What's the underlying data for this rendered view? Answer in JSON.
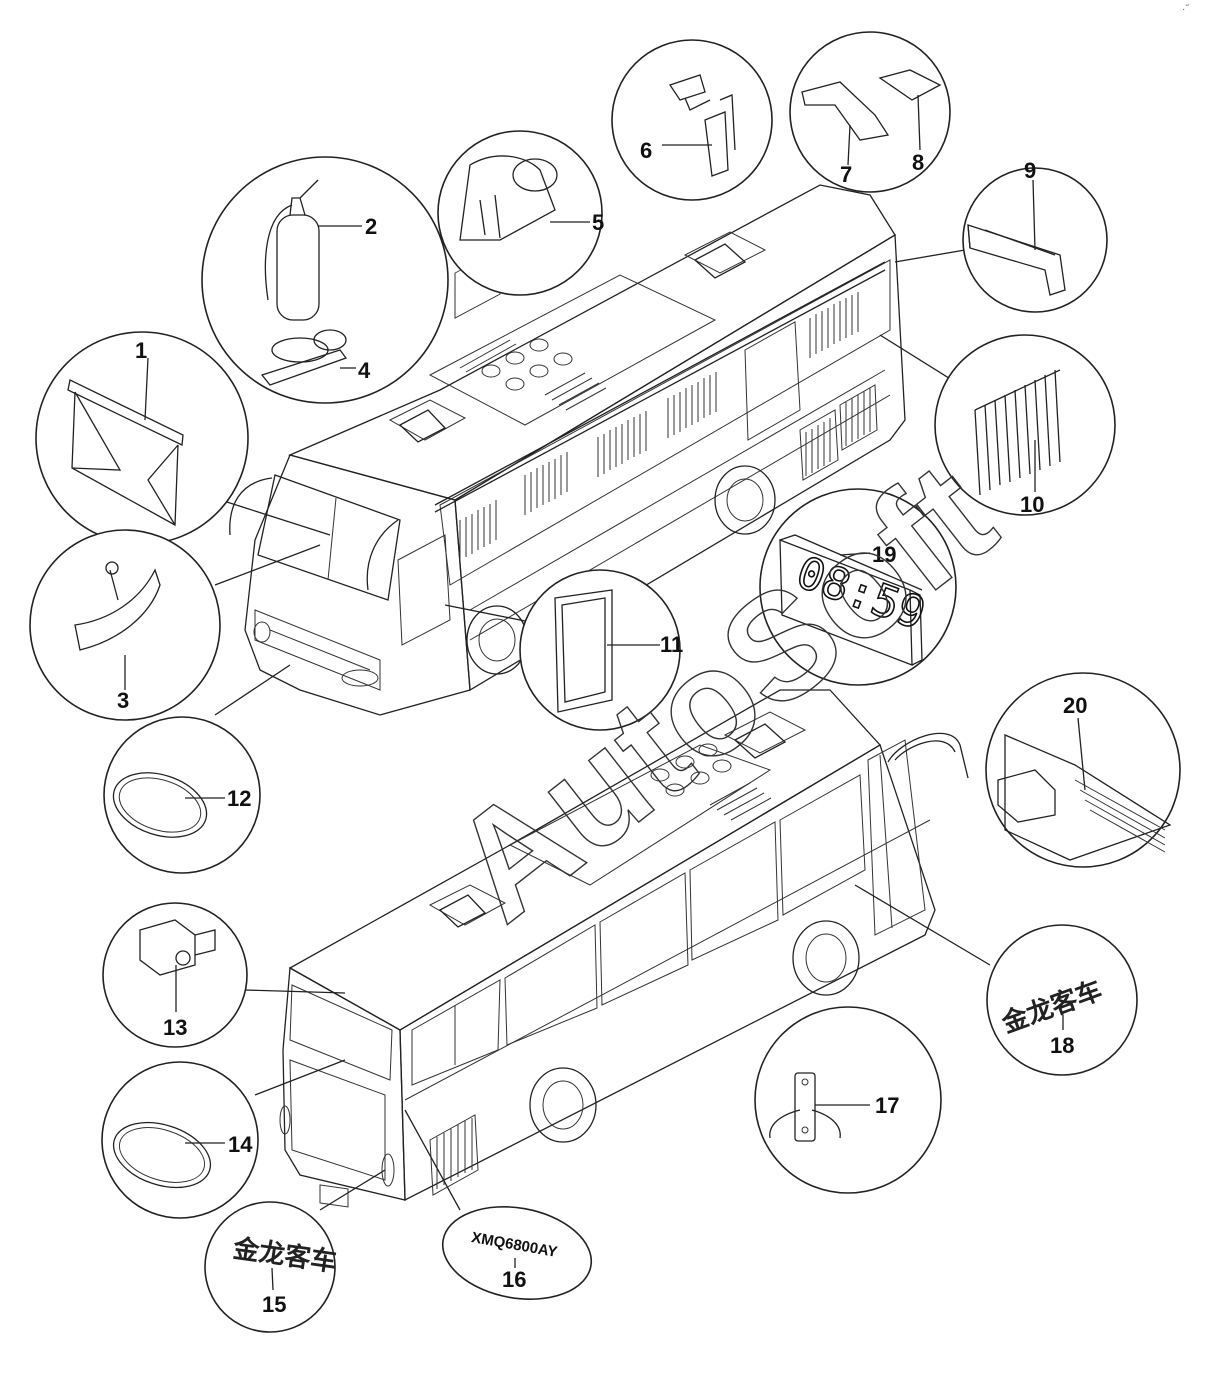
{
  "diagram": {
    "corner_mark": "·˝",
    "watermark": "AutoSoft",
    "clock_display": "08:59",
    "rear_logo_text": "金龙客车",
    "side_logo_text": "金龙客车",
    "model_plate_text": "XMQ6800AY",
    "callouts": [
      {
        "id": "1",
        "text": "1"
      },
      {
        "id": "2",
        "text": "2"
      },
      {
        "id": "3",
        "text": "3"
      },
      {
        "id": "4",
        "text": "4"
      },
      {
        "id": "5",
        "text": "5"
      },
      {
        "id": "6",
        "text": "6"
      },
      {
        "id": "7",
        "text": "7"
      },
      {
        "id": "8",
        "text": "8"
      },
      {
        "id": "9",
        "text": "9"
      },
      {
        "id": "10",
        "text": "10"
      },
      {
        "id": "11",
        "text": "11"
      },
      {
        "id": "12",
        "text": "12"
      },
      {
        "id": "13",
        "text": "13"
      },
      {
        "id": "14",
        "text": "14"
      },
      {
        "id": "15",
        "text": "15"
      },
      {
        "id": "16",
        "text": "16"
      },
      {
        "id": "17",
        "text": "17"
      },
      {
        "id": "18",
        "text": "18"
      },
      {
        "id": "19",
        "text": "19"
      },
      {
        "id": "20",
        "text": "20"
      }
    ]
  }
}
